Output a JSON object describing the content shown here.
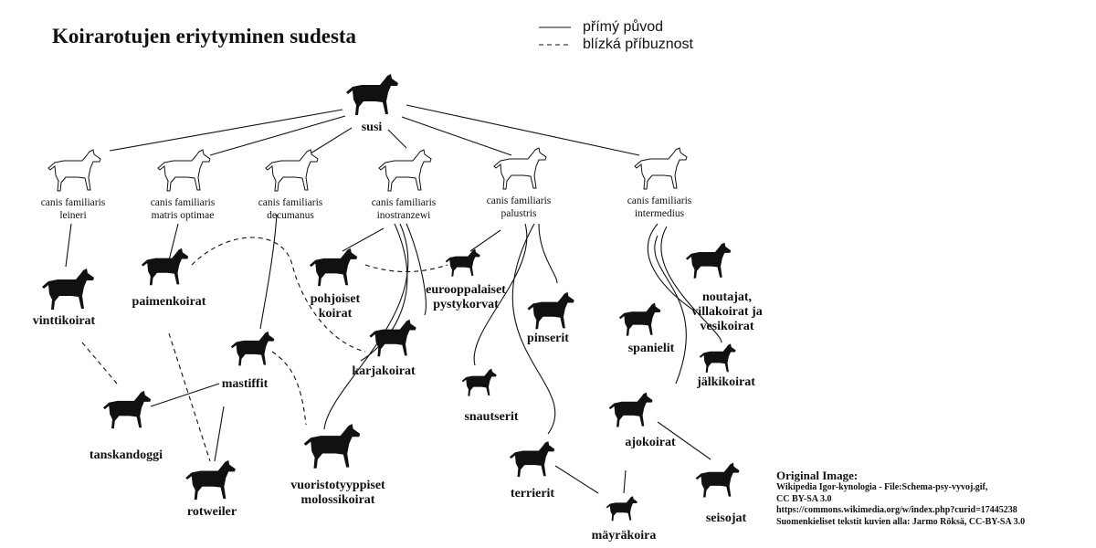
{
  "title": "Koirarotujen eriytyminen sudesta",
  "legend": [
    {
      "style": "solid",
      "label": "přímý původ"
    },
    {
      "style": "dashed",
      "label": "blízká příbuznost"
    }
  ],
  "root": "susi",
  "ancestors": [
    [
      "canis familiaris",
      "leineri"
    ],
    [
      "canis familiaris",
      "matris optimae"
    ],
    [
      "canis familiaris",
      "decumanus"
    ],
    [
      "canis familiaris",
      "inostranzewi"
    ],
    [
      "canis familiaris",
      "palustris"
    ],
    [
      "canis familiaris",
      "intermedius"
    ]
  ],
  "breeds": {
    "vinttikoirat": "vinttikoirat",
    "paimenkoirat": "paimenkoirat",
    "pohjoiset": [
      "pohjoiset",
      "koirat"
    ],
    "pystykorvat": [
      "eurooppalaiset",
      "pystykorvat"
    ],
    "pinserit": "pinserit",
    "spanielit": "spanielit",
    "noutajat": [
      "noutajat,",
      "villakoirat ja",
      "vesikoirat"
    ],
    "mastiffit": "mastiffit",
    "karjakoirat": "karjakoirat",
    "jalkikoirat": "jälkikoirat",
    "tanskandoggi": "tanskandoggi",
    "snautserit": "snautserit",
    "ajokoirat": "ajokoirat",
    "rotweiler": "rotweiler",
    "molossikoirat": [
      "vuoristotyyppiset",
      "molossikoirat"
    ],
    "terrierit": "terrierit",
    "seisojat": "seisojat",
    "mayrakoira": "mäyräkoira"
  },
  "credit": {
    "heading": "Original Image:",
    "lines": [
      "Wikipedia Igor-kynologia - File:Schema-psy-vyvoj.gif,",
      "CC BY-SA 3.0",
      "https://commons.wikimedia.org/w/index.php?curid=17445238",
      "Suomenkieliset tekstit kuvien alla: Jarmo Röksä, CC-BY-SA 3.0"
    ]
  }
}
